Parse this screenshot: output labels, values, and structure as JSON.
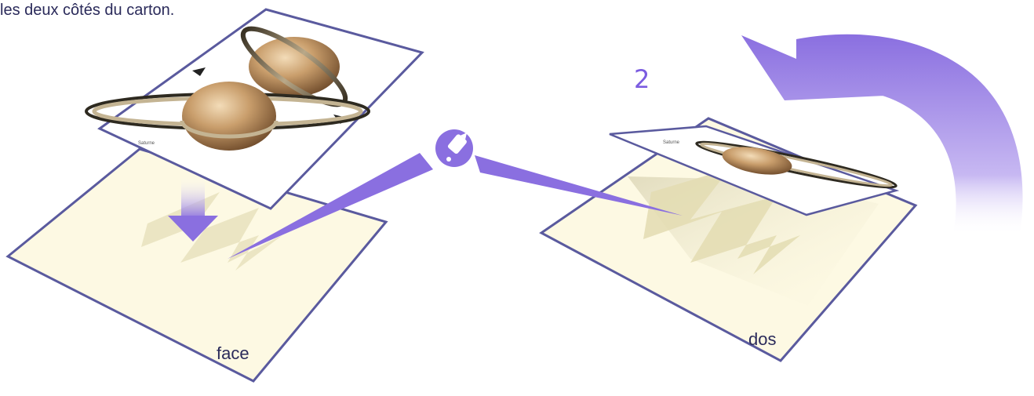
{
  "caption": "les deux côtés du carton.",
  "step_number": "2",
  "labels": {
    "face": "face",
    "dos": "dos"
  },
  "card_caption": "Saturne",
  "colors": {
    "accent": "#8a6fe0",
    "board_fill": "#fdf9e3",
    "board_stroke": "#5a5a9e",
    "glue_shape": "#e8e2bd",
    "text": "#2a2a5a"
  },
  "icons": {
    "glue_bottle": "glue-bottle-icon",
    "flip_arrow": "flip-arrow-icon",
    "down_arrow": "down-arrow-icon"
  }
}
